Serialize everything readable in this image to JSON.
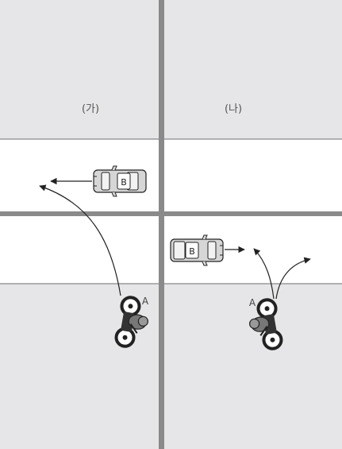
{
  "panels": {
    "left_label": "(가)",
    "right_label": "(나)"
  },
  "vehicles": {
    "car_label": "B",
    "motorcycle_label": "A"
  },
  "colors": {
    "background": "#e6e6e8",
    "road": "#ffffff",
    "divider": "#8a8a8a",
    "road_edge": "#9a9a9a",
    "car_body": "#d6d6d6",
    "line": "#222222"
  }
}
